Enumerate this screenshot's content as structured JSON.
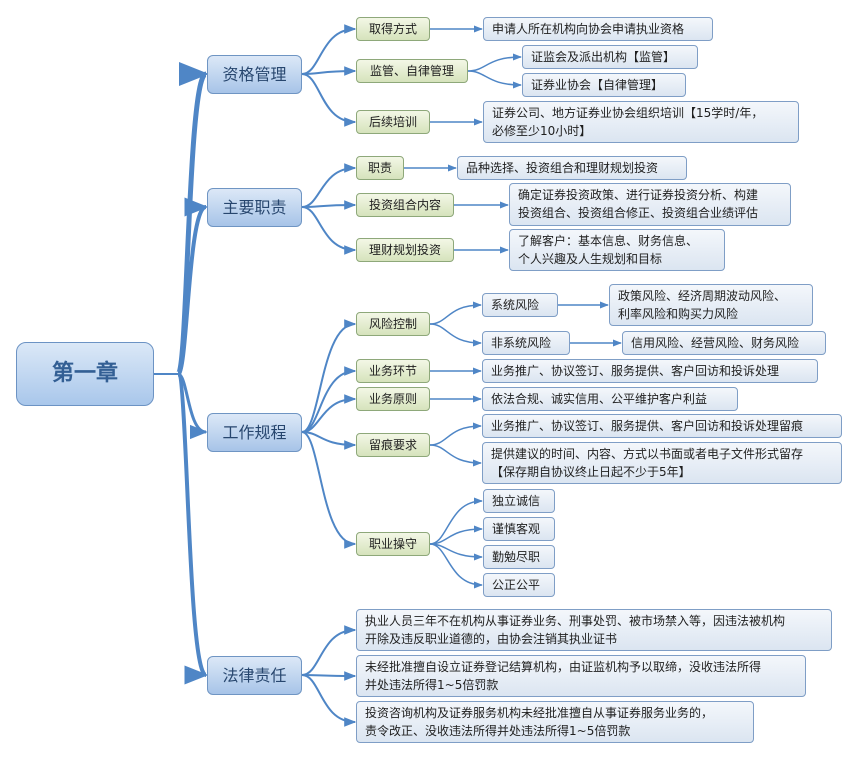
{
  "root": {
    "label": "第一章"
  },
  "branches": [
    {
      "label": "资格管理",
      "children": [
        {
          "label": "取得方式",
          "items": [
            "申请人所在机构向协会申请执业资格"
          ]
        },
        {
          "label": "监管、自律管理",
          "items": [
            "证监会及派出机构【监管】",
            "证券业协会【自律管理】"
          ]
        },
        {
          "label": "后续培训",
          "items": [
            "证券公司、地方证券业协会组织培训【15学时/年，\n必修至少10小时】"
          ]
        }
      ]
    },
    {
      "label": "主要职责",
      "children": [
        {
          "label": "职责",
          "items": [
            "品种选择、投资组合和理财规划投资"
          ]
        },
        {
          "label": "投资组合内容",
          "items": [
            "确定证券投资政策、进行证券投资分析、构建\n投资组合、投资组合修正、投资组合业绩评估"
          ]
        },
        {
          "label": "理财规划投资",
          "items": [
            "了解客户：基本信息、财务信息、\n个人兴趣及人生规划和目标"
          ]
        }
      ]
    },
    {
      "label": "工作规程",
      "children": [
        {
          "label": "风险控制",
          "subs": [
            {
              "label": "系统风险",
              "items": [
                "政策风险、经济周期波动风险、\n利率风险和购买力风险"
              ]
            },
            {
              "label": "非系统风险",
              "items": [
                "信用风险、经营风险、财务风险"
              ]
            }
          ]
        },
        {
          "label": "业务环节",
          "items": [
            "业务推广、协议签订、服务提供、客户回访和投诉处理"
          ]
        },
        {
          "label": "业务原则",
          "items": [
            "依法合规、诚实信用、公平维护客户利益"
          ]
        },
        {
          "label": "留痕要求",
          "items": [
            "业务推广、协议签订、服务提供、客户回访和投诉处理留痕",
            "提供建议的时间、内容、方式以书面或者电子文件形式留存\n【保存期自协议终止日起不少于5年】"
          ]
        },
        {
          "label": "职业操守",
          "items": [
            "独立诚信",
            "谨慎客观",
            "勤勉尽职",
            "公正公平"
          ]
        }
      ]
    },
    {
      "label": "法律责任",
      "items": [
        "执业人员三年不在机构从事证券业务、刑事处罚、被市场禁入等，因违法被机构\n开除及违反职业道德的，由协会注销其执业证书",
        "未经批准擅自设立证券登记结算机构，由证监机构予以取缔，没收违法所得\n并处违法所得1~5倍罚款",
        "投资咨询机构及证券服务机构未经批准擅自从事证券服务业务的，\n责令改正、没收违法所得并处违法所得1~5倍罚款"
      ]
    }
  ],
  "colors": {
    "connector": "#4f86c6",
    "root_text": "#335f94"
  }
}
